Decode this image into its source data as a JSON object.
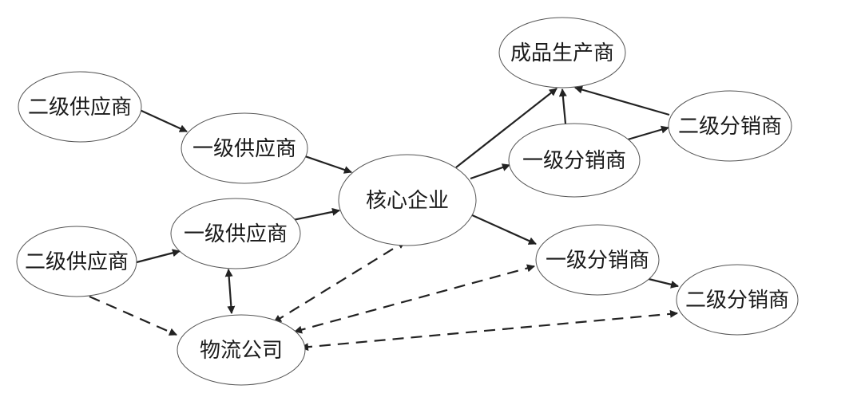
{
  "diagram": {
    "title": "",
    "nodes": [
      {
        "id": "finished_producer",
        "label": "成品生产商"
      },
      {
        "id": "supplier2_top",
        "label": "二级供应商"
      },
      {
        "id": "supplier1_top",
        "label": "一级供应商"
      },
      {
        "id": "core",
        "label": "核心企业"
      },
      {
        "id": "distributor1_top",
        "label": "一级分销商"
      },
      {
        "id": "distributor2_top",
        "label": "二级分销商"
      },
      {
        "id": "supplier2_bottom",
        "label": "二级供应商"
      },
      {
        "id": "supplier1_bottom",
        "label": "一级供应商"
      },
      {
        "id": "distributor1_bottom",
        "label": "一级分销商"
      },
      {
        "id": "distributor2_bottom",
        "label": "二级分销商"
      },
      {
        "id": "logistics",
        "label": "物流公司"
      }
    ],
    "edges": [
      {
        "from": "supplier2_top",
        "to": "supplier1_top",
        "style": "solid",
        "direction": "forward"
      },
      {
        "from": "supplier1_top",
        "to": "core",
        "style": "solid",
        "direction": "forward"
      },
      {
        "from": "supplier2_bottom",
        "to": "supplier1_bottom",
        "style": "solid",
        "direction": "forward"
      },
      {
        "from": "supplier1_bottom",
        "to": "core",
        "style": "solid",
        "direction": "forward"
      },
      {
        "from": "core",
        "to": "finished_producer",
        "style": "solid",
        "direction": "forward"
      },
      {
        "from": "core",
        "to": "distributor1_top",
        "style": "solid",
        "direction": "forward"
      },
      {
        "from": "core",
        "to": "distributor1_bottom",
        "style": "solid",
        "direction": "forward"
      },
      {
        "from": "distributor1_top",
        "to": "finished_producer",
        "style": "solid",
        "direction": "forward"
      },
      {
        "from": "distributor1_top",
        "to": "distributor2_top",
        "style": "solid",
        "direction": "forward"
      },
      {
        "from": "distributor2_top",
        "to": "finished_producer",
        "style": "solid",
        "direction": "forward"
      },
      {
        "from": "distributor1_bottom",
        "to": "distributor2_bottom",
        "style": "solid",
        "direction": "forward"
      },
      {
        "from": "supplier1_bottom",
        "to": "logistics",
        "style": "solid",
        "direction": "both"
      },
      {
        "from": "supplier2_bottom",
        "to": "logistics",
        "style": "dashed",
        "direction": "forward"
      },
      {
        "from": "logistics",
        "to": "core",
        "style": "dashed",
        "direction": "both"
      },
      {
        "from": "logistics",
        "to": "distributor1_bottom",
        "style": "dashed",
        "direction": "both"
      },
      {
        "from": "logistics",
        "to": "distributor2_bottom",
        "style": "dashed",
        "direction": "both"
      }
    ]
  }
}
